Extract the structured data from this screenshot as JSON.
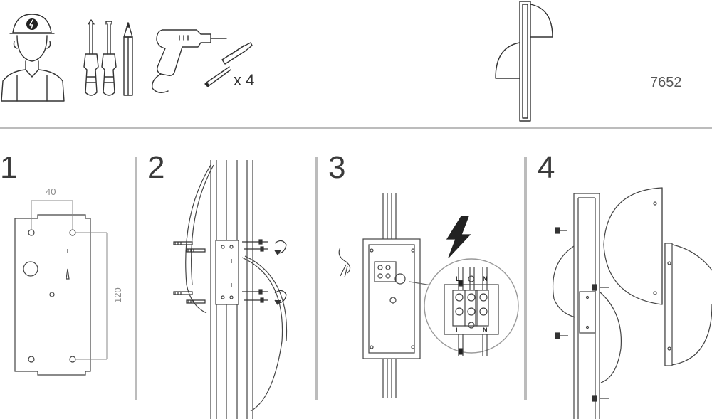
{
  "header": {
    "product_code": "7652",
    "anchor_quantity": "x 4",
    "tools": [
      "electrician-helmet-icon",
      "phillips-screwdriver-icon",
      "flat-screwdriver-icon",
      "pencil-icon",
      "power-drill-icon",
      "wall-plug-screw-icon"
    ]
  },
  "steps": [
    {
      "number": "1",
      "dim_horizontal": "40",
      "dim_vertical": "120"
    },
    {
      "number": "2"
    },
    {
      "number": "3",
      "terminal_labels_top": [
        "L",
        "N"
      ],
      "terminal_labels_bottom": [
        "L",
        "N"
      ],
      "earth_symbol": "earth-icon"
    },
    {
      "number": "4"
    }
  ],
  "colors": {
    "line": "#333333",
    "divider": "#bcbcbc",
    "dim": "#8a8a8a"
  }
}
